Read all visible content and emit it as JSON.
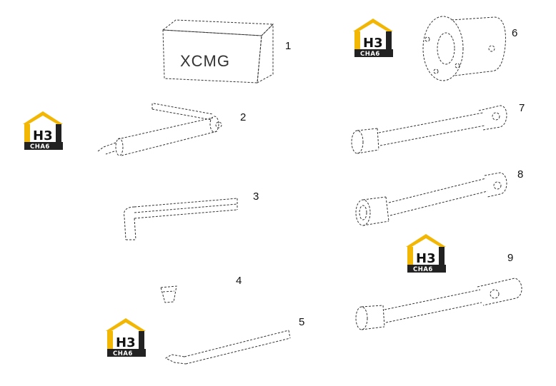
{
  "parts": [
    {
      "number": "1",
      "box_label": "XCMG"
    },
    {
      "number": "2"
    },
    {
      "number": "3"
    },
    {
      "number": "4"
    },
    {
      "number": "5"
    },
    {
      "number": "6"
    },
    {
      "number": "7"
    },
    {
      "number": "8"
    },
    {
      "number": "9"
    }
  ],
  "watermark": {
    "main": "H3",
    "sub": "CHA6"
  },
  "colors": {
    "accent": "#f2b705",
    "dark": "#222222",
    "line": "#333333"
  }
}
